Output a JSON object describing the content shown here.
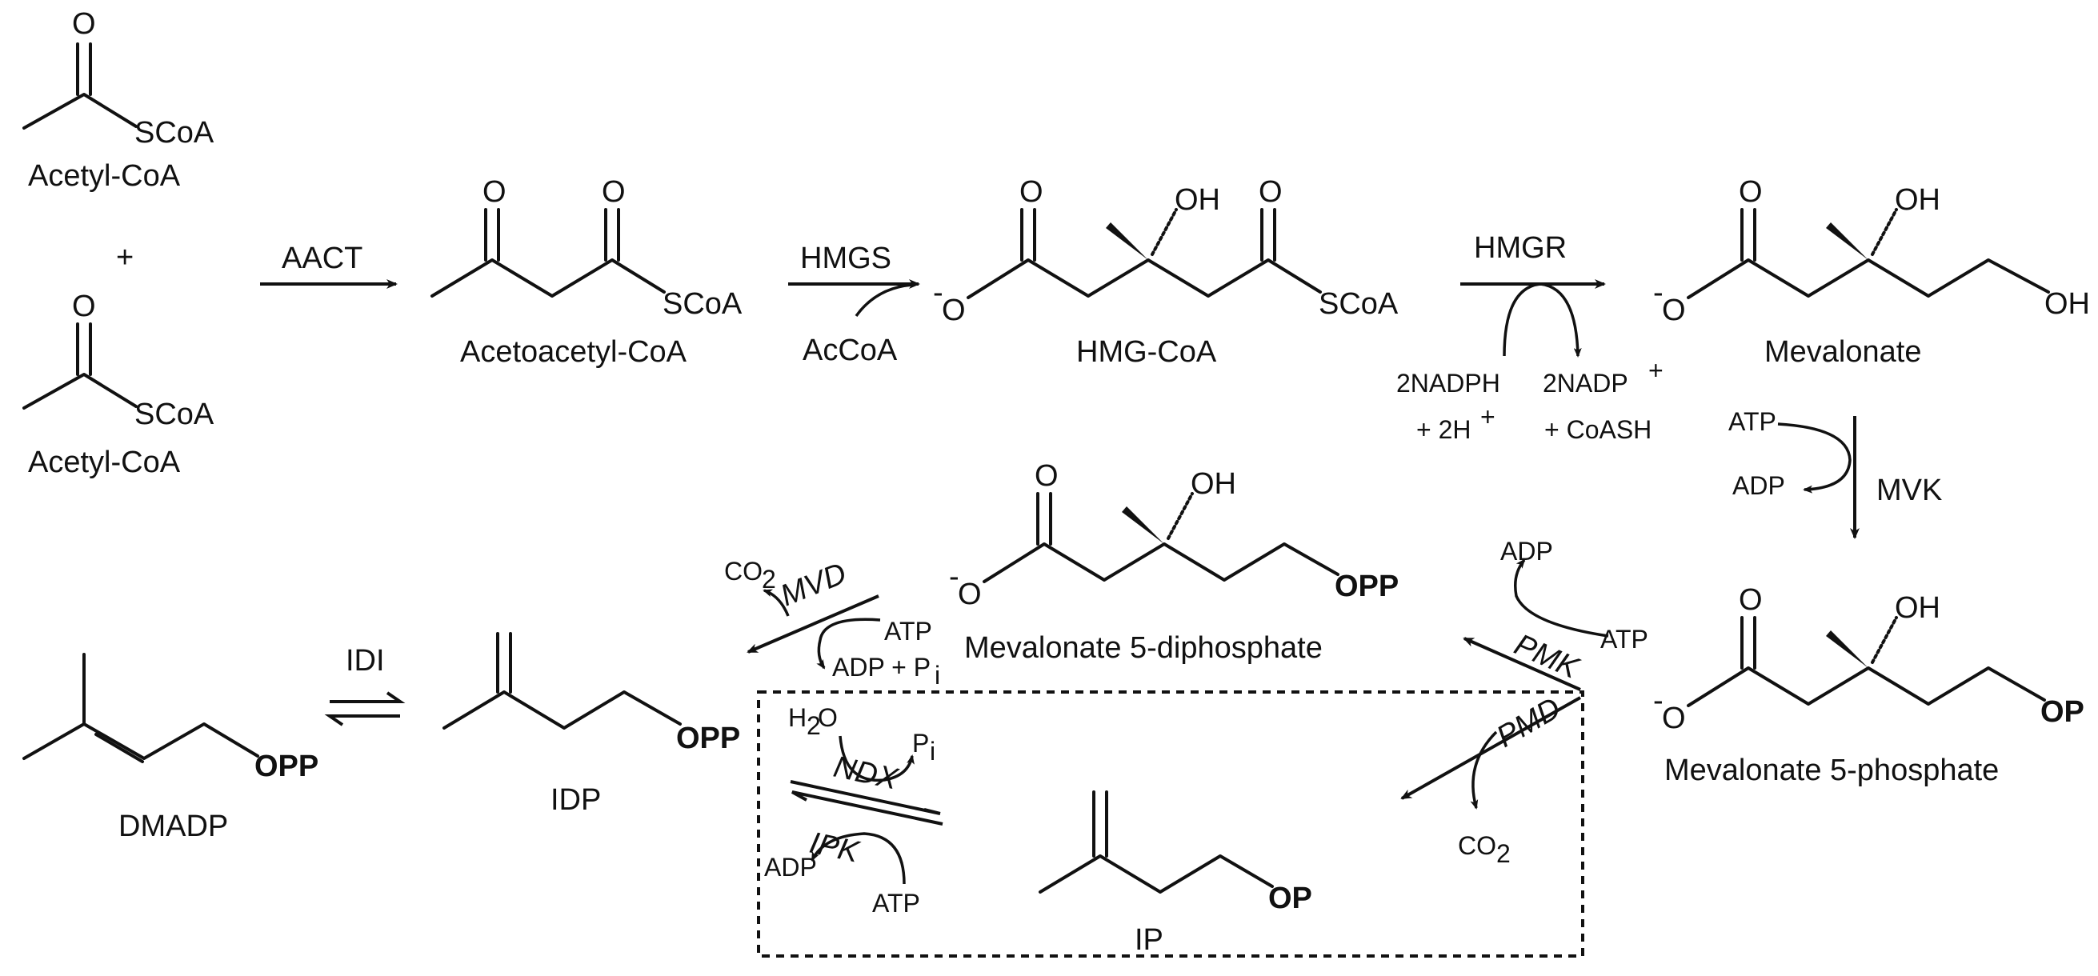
{
  "molecules": {
    "acetyl_coa_1": "Acetyl-CoA",
    "acetyl_coa_2": "Acetyl-CoA",
    "plus": "+",
    "acetoacetyl_coa": "Acetoacetyl-CoA",
    "hmg_coa": "HMG-CoA",
    "mevalonate": "Mevalonate",
    "mevalonate_5_phosphate": "Mevalonate 5-phosphate",
    "mevalonate_5_diphosphate": "Mevalonate 5-diphosphate",
    "idp": "IDP",
    "dmadp": "DMADP",
    "ip": "IP"
  },
  "atoms": {
    "o": "O",
    "oh": "OH",
    "neg_o": "O",
    "minus": "-",
    "scoa": "SCoA",
    "opp": "OPP",
    "op": "OP"
  },
  "enzymes": {
    "aact": "AACT",
    "hmgs": "HMGS",
    "hmgr": "HMGR",
    "mvk": "MVK",
    "pmk": "PMK",
    "pmd": "PMD",
    "mvd": "MVD",
    "idi": "IDI",
    "ndx": "NDX",
    "ipk": "IPK"
  },
  "cofactors": {
    "accoa": "AcCoA",
    "nadph": "2NADPH",
    "nadph_h": "+ 2H",
    "plus_sup": "+",
    "nadp": "2NADP",
    "coash": "+ CoASH",
    "atp": "ATP",
    "adp": "ADP",
    "adp_pi": "ADP + P",
    "pi_sub": "i",
    "co2": "CO",
    "co2_sub": "2",
    "h2o_h": "H",
    "h2o_o": "O",
    "h2o_sub": "2",
    "pi": "P"
  }
}
